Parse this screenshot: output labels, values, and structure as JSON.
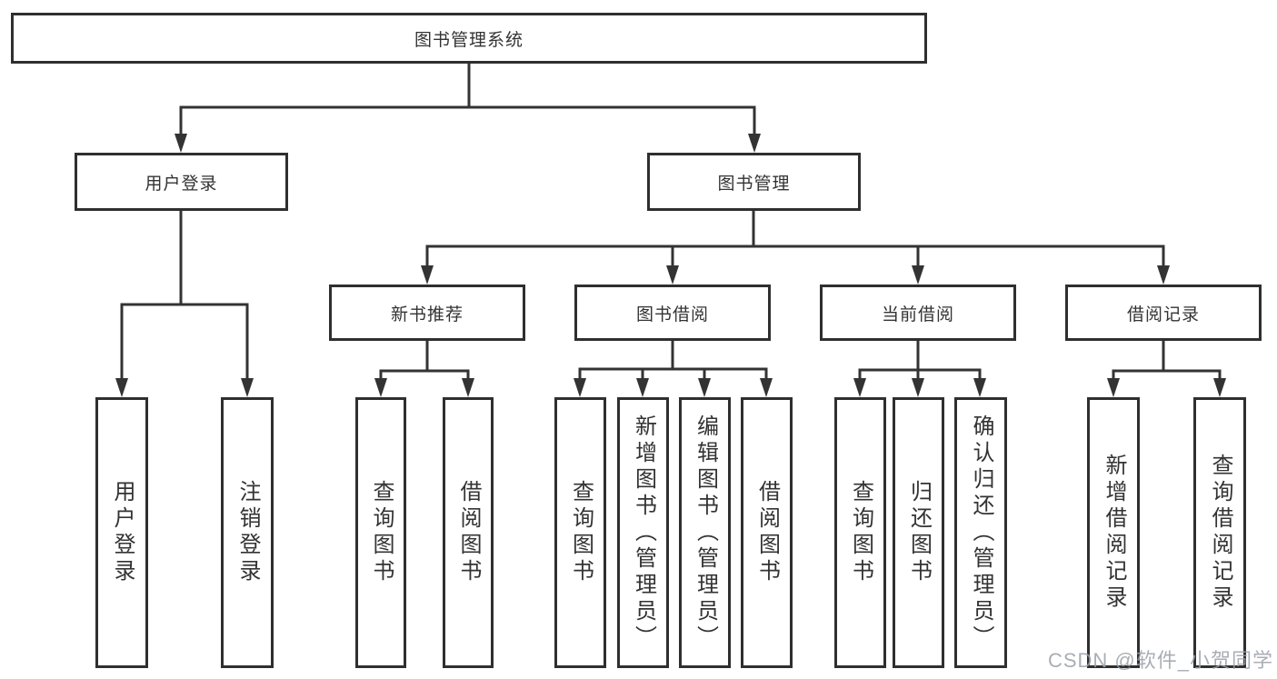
{
  "colors": {
    "background": "#ffffff",
    "line": "#333333",
    "box_border": "#2f2f2f",
    "text": "#333333",
    "watermark": "#9aa0a8"
  },
  "watermark": {
    "text": "CSDN @软件_小贺同学"
  },
  "diagram": {
    "root": {
      "label": "图书管理系统"
    },
    "branches": [
      {
        "label": "用户登录",
        "children": [
          {
            "label": "用户登录"
          },
          {
            "label": "注销登录"
          }
        ]
      },
      {
        "label": "图书管理",
        "children": [
          {
            "label": "新书推荐",
            "children": [
              {
                "label": "查询图书"
              },
              {
                "label": "借阅图书"
              }
            ]
          },
          {
            "label": "图书借阅",
            "children": [
              {
                "label": "查询图书"
              },
              {
                "label": "新增图书（管理员）"
              },
              {
                "label": "编辑图书（管理员）"
              },
              {
                "label": "借阅图书"
              }
            ]
          },
          {
            "label": "当前借阅",
            "children": [
              {
                "label": "查询图书"
              },
              {
                "label": "归还图书"
              },
              {
                "label": "确认归还（管理员）"
              }
            ]
          },
          {
            "label": "借阅记录",
            "children": [
              {
                "label": "新增借阅记录"
              },
              {
                "label": "查询借阅记录"
              }
            ]
          }
        ]
      }
    ]
  }
}
